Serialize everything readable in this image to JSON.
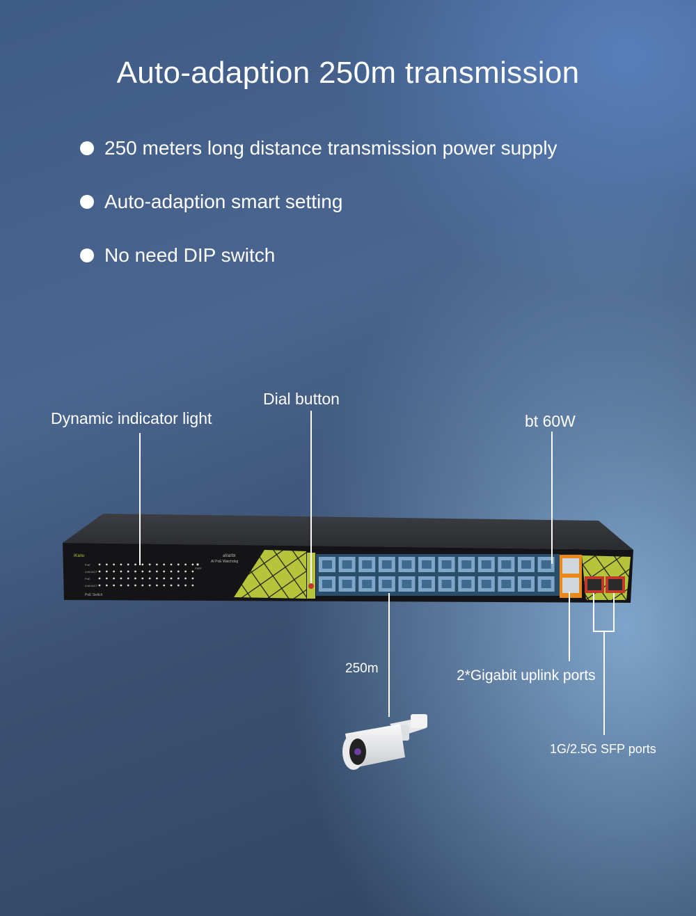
{
  "headline": "Auto-adaption 250m transmission",
  "bullets": [
    "250 meters long distance transmission power supply",
    "Auto-adaption smart setting",
    "No need DIP switch"
  ],
  "callouts": {
    "indicator": "Dynamic indicator light",
    "dial": "Dial button",
    "power": "bt 60W",
    "distance": "250m",
    "uplink": "2*Gigabit uplink ports",
    "sfp": "1G/2.5G SFP ports"
  },
  "device": {
    "brand": "iKanu",
    "standard": "af/at/bt",
    "feature": "AI PoE Watchdog",
    "model": "PoE Switch",
    "row_labels": [
      "PoE",
      "LINK/ACT",
      "PoE",
      "LINK/ACT"
    ],
    "pwr": "PWR"
  },
  "colors": {
    "accent": "#b5c43a",
    "port_blue": "#7fa6c8",
    "sfp_red": "#c0392b",
    "uplink_orange": "#e8891c"
  }
}
